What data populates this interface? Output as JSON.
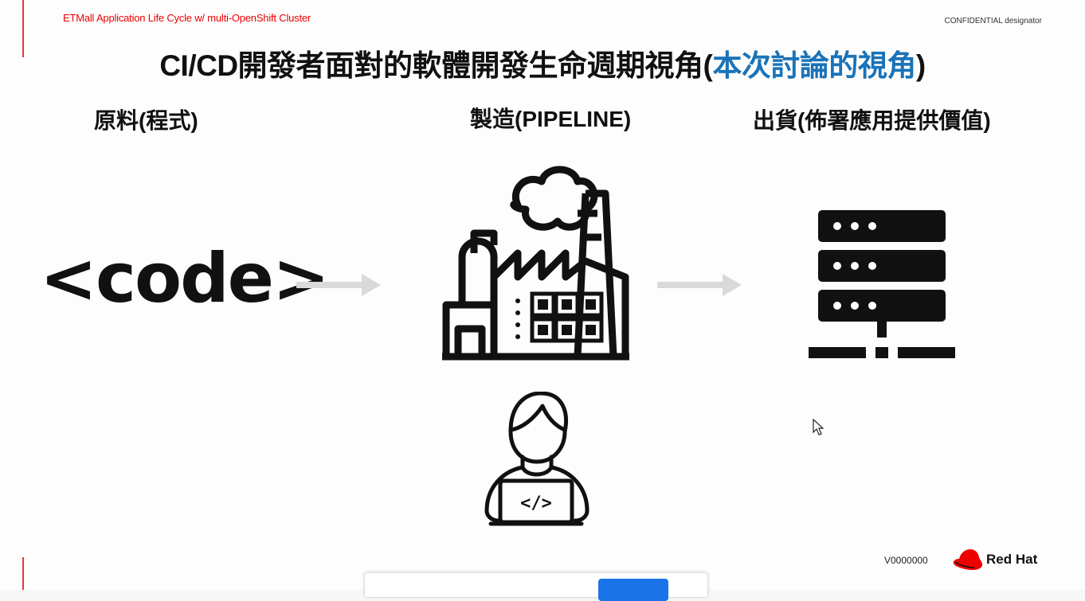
{
  "header": {
    "deck_title": "ETMall Application Life Cycle w/ multi-OpenShift Cluster",
    "confidential": "CONFIDENTIAL designator"
  },
  "title": {
    "main": "CI/CD開發者面對的軟體開發生命週期視角(",
    "accent": "本次討論的視角",
    "close": ")"
  },
  "columns": {
    "raw": "原料(程式)",
    "manufacture": "製造(PIPELINE)",
    "ship": "出貨(佈署應用提供價值)"
  },
  "code_glyph": "<code>",
  "developer_screen_glyph": "</>",
  "footer": {
    "version": "V0000000",
    "brand": "Red Hat"
  },
  "share_bar": {
    "text": "",
    "stop_label": "",
    "hide_label": ""
  },
  "icons": [
    "code-icon",
    "factory-icon",
    "server-icon",
    "developer-icon",
    "arrow-right-icon",
    "cursor-icon",
    "redhat-logo-icon"
  ],
  "colors": {
    "header_red": "#ee0000",
    "accent_blue": "#1a73b8",
    "arrow_gray": "#d9d9d9"
  }
}
